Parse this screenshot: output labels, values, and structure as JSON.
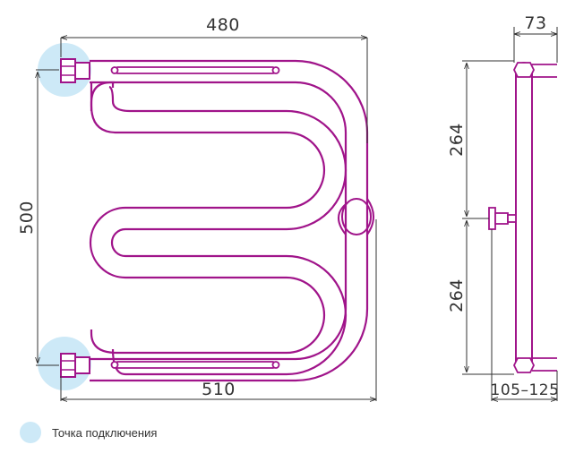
{
  "dimensions": {
    "width_top": "480",
    "width_bottom": "510",
    "height_total": "500",
    "side_top_half": "264",
    "side_bottom_half": "264",
    "side_depth": "73",
    "wall_distance": "105–125"
  },
  "legend": {
    "label": "Точка подключения"
  },
  "colors": {
    "tube": "#a0148a",
    "connection_point": "#cde9f7",
    "dimension_line": "#333333"
  }
}
